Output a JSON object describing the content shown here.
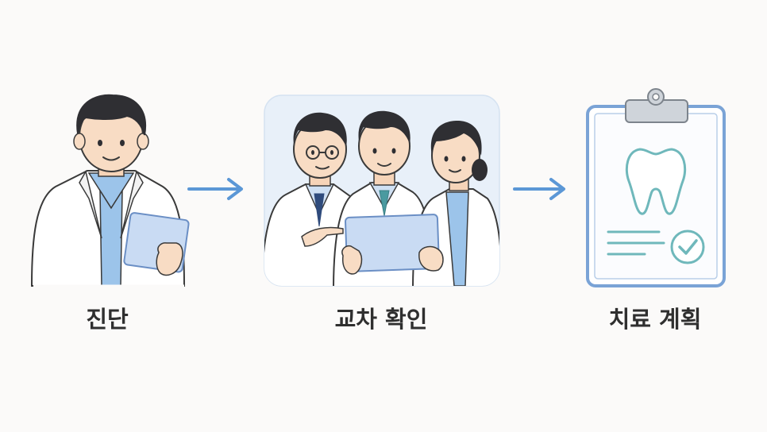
{
  "steps": [
    {
      "label": "진단",
      "icon": "doctor-with-tablet-icon"
    },
    {
      "label": "교차 확인",
      "icon": "doctors-team-review-icon"
    },
    {
      "label": "치료 계획",
      "icon": "clipboard-tooth-plan-icon"
    }
  ],
  "arrows": [
    "arrow-right-icon",
    "arrow-right-icon"
  ],
  "colors": {
    "background": "#fbfaf9",
    "arrow": "#5b97d6",
    "label_text": "#2f2f2f",
    "clipboard_border": "#7aa3d6",
    "tooth": "#6fb8bb",
    "check": "#6fb8bb"
  }
}
